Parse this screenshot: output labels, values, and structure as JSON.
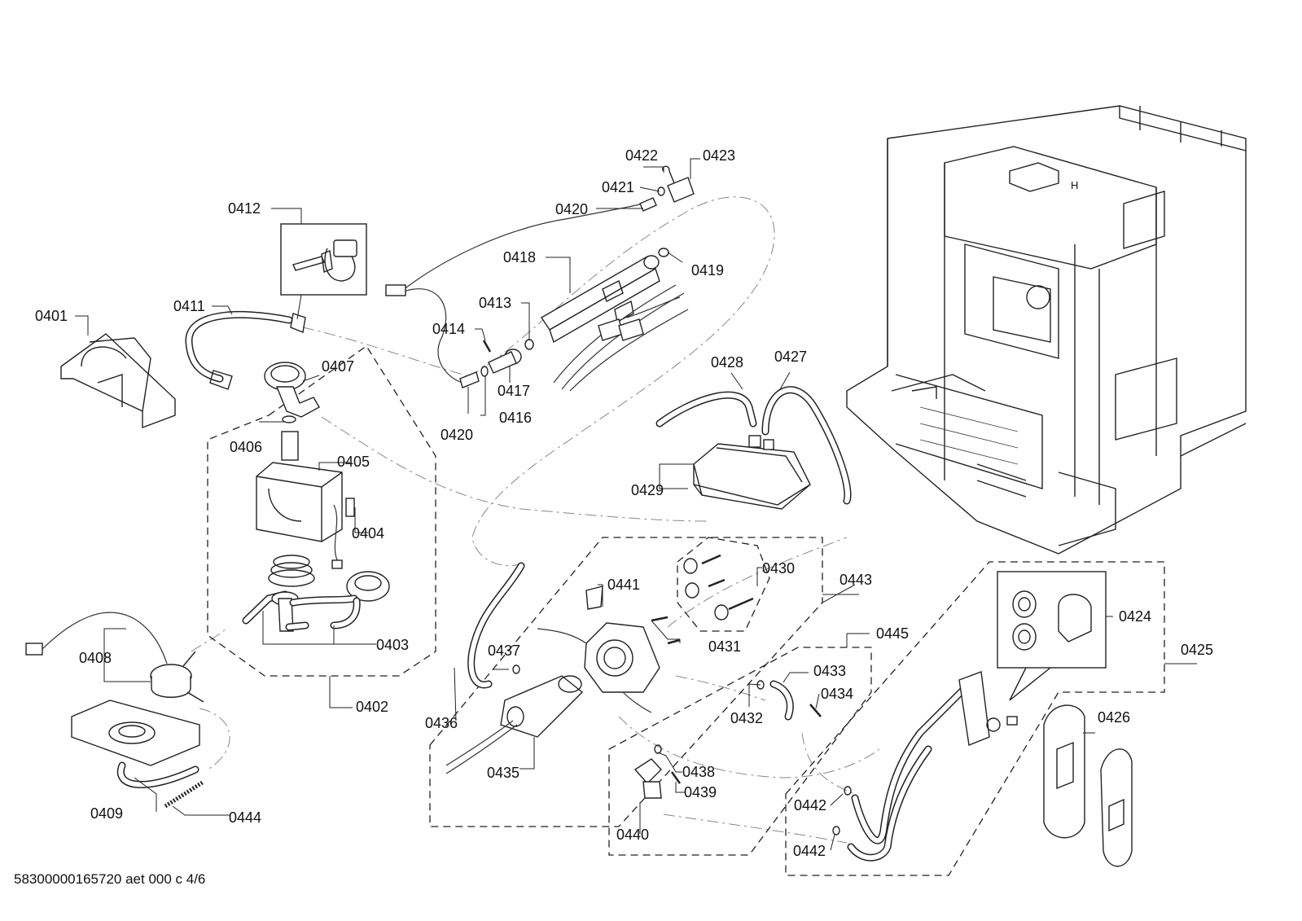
{
  "labels": [
    {
      "id": "0401",
      "text": "0401"
    },
    {
      "id": "0402",
      "text": "0402"
    },
    {
      "id": "0403",
      "text": "0403"
    },
    {
      "id": "0404",
      "text": "0404"
    },
    {
      "id": "0405",
      "text": "0405"
    },
    {
      "id": "0406",
      "text": "0406"
    },
    {
      "id": "0407",
      "text": "0407"
    },
    {
      "id": "0408",
      "text": "0408"
    },
    {
      "id": "0409",
      "text": "0409"
    },
    {
      "id": "0411",
      "text": "0411"
    },
    {
      "id": "0412",
      "text": "0412"
    },
    {
      "id": "0413",
      "text": "0413"
    },
    {
      "id": "0414",
      "text": "0414"
    },
    {
      "id": "0416",
      "text": "0416"
    },
    {
      "id": "0417",
      "text": "0417"
    },
    {
      "id": "0418",
      "text": "0418"
    },
    {
      "id": "0419",
      "text": "0419"
    },
    {
      "id": "0420a",
      "text": "0420"
    },
    {
      "id": "0420b",
      "text": "0420"
    },
    {
      "id": "0421",
      "text": "0421"
    },
    {
      "id": "0422",
      "text": "0422"
    },
    {
      "id": "0423",
      "text": "0423"
    },
    {
      "id": "0424",
      "text": "0424"
    },
    {
      "id": "0425",
      "text": "0425"
    },
    {
      "id": "0426",
      "text": "0426"
    },
    {
      "id": "0427",
      "text": "0427"
    },
    {
      "id": "0428",
      "text": "0428"
    },
    {
      "id": "0429",
      "text": "0429"
    },
    {
      "id": "0430",
      "text": "0430"
    },
    {
      "id": "0431",
      "text": "0431"
    },
    {
      "id": "0432",
      "text": "0432"
    },
    {
      "id": "0433",
      "text": "0433"
    },
    {
      "id": "0434",
      "text": "0434"
    },
    {
      "id": "0435",
      "text": "0435"
    },
    {
      "id": "0436",
      "text": "0436"
    },
    {
      "id": "0437",
      "text": "0437"
    },
    {
      "id": "0438",
      "text": "0438"
    },
    {
      "id": "0439",
      "text": "0439"
    },
    {
      "id": "0440",
      "text": "0440"
    },
    {
      "id": "0441",
      "text": "0441"
    },
    {
      "id": "0442a",
      "text": "0442"
    },
    {
      "id": "0442b",
      "text": "0442"
    },
    {
      "id": "0443",
      "text": "0443"
    },
    {
      "id": "0444",
      "text": "0444"
    },
    {
      "id": "0445",
      "text": "0445"
    }
  ],
  "footer": {
    "text": "58300000165720 aet 000 c 4/6"
  }
}
